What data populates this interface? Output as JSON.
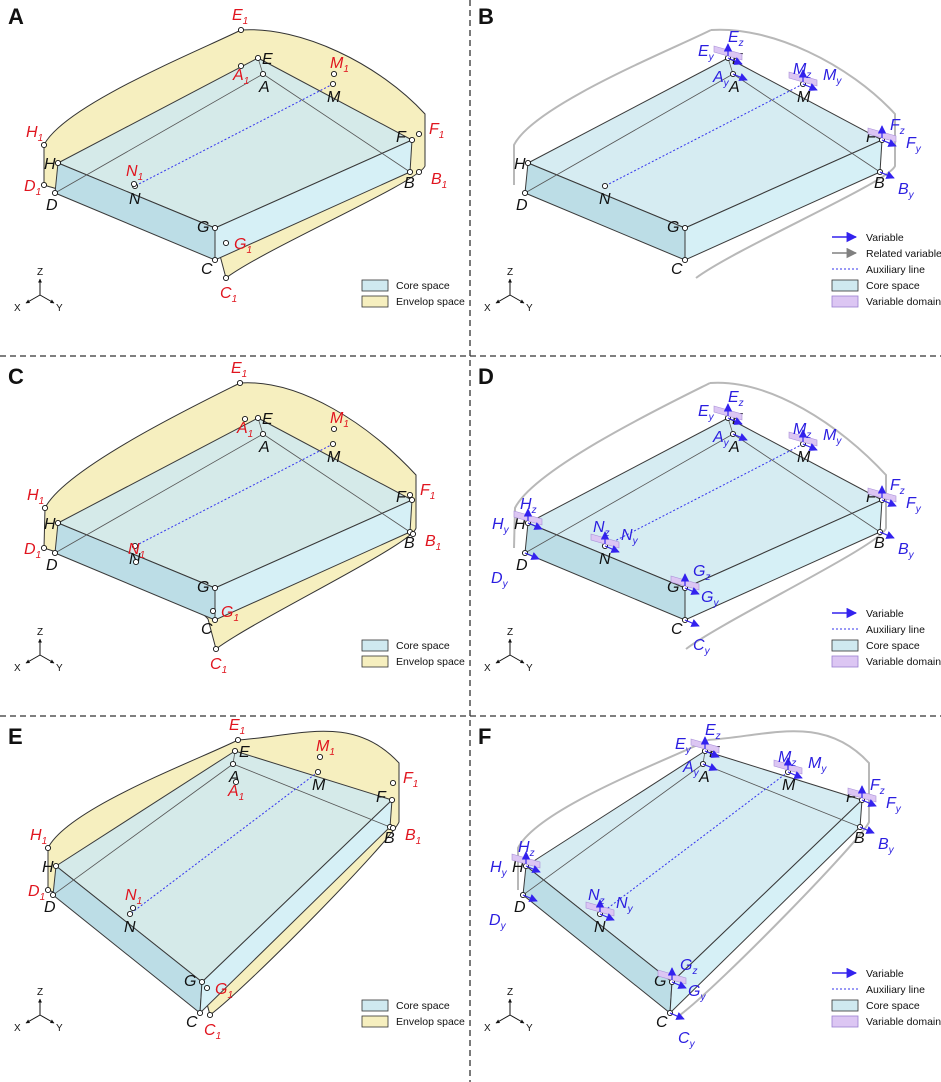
{
  "colors": {
    "core_fill": "#cfe9f0",
    "core_stroke": "#3a3a3a",
    "envelop_fill": "#f6efbf",
    "variable_arrow": "#3322ee",
    "related_variable_arrow": "#808080",
    "auxiliary_line": "#3333ee",
    "variable_domain": "#dcc6f3",
    "label_red": "#e0141e",
    "label_black": "#111111",
    "label_blue": "#2a1de0"
  },
  "panels": [
    {
      "letter": "A",
      "kind": "envelop",
      "legend": [
        {
          "type": "core",
          "label": "Core space"
        },
        {
          "type": "envelop",
          "label": "Envelop space"
        }
      ],
      "black_points": [
        "A",
        "B",
        "C",
        "D",
        "E",
        "F",
        "G",
        "H",
        "M",
        "N"
      ],
      "red_points": [
        {
          "main": "E",
          "sub": "1",
          "key": "E"
        },
        {
          "main": "A",
          "sub": "1",
          "key": "A"
        },
        {
          "main": "M",
          "sub": "1",
          "key": "M"
        },
        {
          "main": "F",
          "sub": "1",
          "key": "F"
        },
        {
          "main": "B",
          "sub": "1",
          "key": "B"
        },
        {
          "main": "H",
          "sub": "1",
          "key": "H"
        },
        {
          "main": "D",
          "sub": "1",
          "key": "D"
        },
        {
          "main": "N",
          "sub": "1",
          "key": "N"
        },
        {
          "main": "G",
          "sub": "1",
          "key": "G"
        },
        {
          "main": "C",
          "sub": "1",
          "key": "C"
        }
      ]
    },
    {
      "letter": "B",
      "kind": "variables",
      "legend": [
        {
          "type": "arrow",
          "label": "Variable"
        },
        {
          "type": "grey-arrow",
          "label": "Related variable"
        },
        {
          "type": "dots",
          "label": "Auxiliary line"
        },
        {
          "type": "core",
          "label": "Core space"
        },
        {
          "type": "domain",
          "label": "Variable domain"
        }
      ],
      "black_points": [
        "A",
        "B",
        "C",
        "D",
        "E",
        "F",
        "G",
        "H",
        "M",
        "N"
      ],
      "blue_points": [
        {
          "main": "E",
          "sub": "y",
          "key": "Ey"
        },
        {
          "main": "E",
          "sub": "z",
          "key": "Ez"
        },
        {
          "main": "A",
          "sub": "y",
          "key": "Ay"
        },
        {
          "main": "M",
          "sub": "z",
          "key": "Mz"
        },
        {
          "main": "M",
          "sub": "y",
          "key": "My"
        },
        {
          "main": "F",
          "sub": "z",
          "key": "Fz"
        },
        {
          "main": "F",
          "sub": "y",
          "key": "Fy"
        },
        {
          "main": "B",
          "sub": "y",
          "key": "By"
        }
      ]
    },
    {
      "letter": "C",
      "kind": "envelop",
      "legend": [
        {
          "type": "core",
          "label": "Core space"
        },
        {
          "type": "envelop",
          "label": "Envelop space"
        }
      ],
      "black_points": [
        "A",
        "B",
        "C",
        "D",
        "E",
        "F",
        "G",
        "H",
        "M",
        "N"
      ],
      "red_points": [
        {
          "main": "E",
          "sub": "1",
          "key": "E"
        },
        {
          "main": "A",
          "sub": "1",
          "key": "A"
        },
        {
          "main": "M",
          "sub": "1",
          "key": "M"
        },
        {
          "main": "F",
          "sub": "1",
          "key": "F"
        },
        {
          "main": "B",
          "sub": "1",
          "key": "B"
        },
        {
          "main": "H",
          "sub": "1",
          "key": "H"
        },
        {
          "main": "D",
          "sub": "1",
          "key": "D"
        },
        {
          "main": "N",
          "sub": "1",
          "key": "N"
        },
        {
          "main": "G",
          "sub": "1",
          "key": "G"
        },
        {
          "main": "C",
          "sub": "1",
          "key": "C"
        }
      ]
    },
    {
      "letter": "D",
      "kind": "variables",
      "legend": [
        {
          "type": "arrow",
          "label": "Variable"
        },
        {
          "type": "dots",
          "label": "Auxiliary line"
        },
        {
          "type": "core",
          "label": "Core space"
        },
        {
          "type": "domain",
          "label": "Variable domain"
        }
      ],
      "black_points": [
        "A",
        "B",
        "C",
        "D",
        "E",
        "F",
        "G",
        "H",
        "M",
        "N"
      ],
      "blue_points": [
        {
          "main": "E",
          "sub": "y",
          "key": "Ey"
        },
        {
          "main": "E",
          "sub": "z",
          "key": "Ez"
        },
        {
          "main": "A",
          "sub": "y",
          "key": "Ay"
        },
        {
          "main": "M",
          "sub": "z",
          "key": "Mz"
        },
        {
          "main": "M",
          "sub": "y",
          "key": "My"
        },
        {
          "main": "F",
          "sub": "z",
          "key": "Fz"
        },
        {
          "main": "F",
          "sub": "y",
          "key": "Fy"
        },
        {
          "main": "B",
          "sub": "y",
          "key": "By"
        },
        {
          "main": "H",
          "sub": "y",
          "key": "Hy"
        },
        {
          "main": "H",
          "sub": "z",
          "key": "Hz"
        },
        {
          "main": "D",
          "sub": "y",
          "key": "Dy"
        },
        {
          "main": "N",
          "sub": "z",
          "key": "Nz"
        },
        {
          "main": "N",
          "sub": "y",
          "key": "Ny"
        },
        {
          "main": "G",
          "sub": "z",
          "key": "Gz"
        },
        {
          "main": "G",
          "sub": "y",
          "key": "Gy"
        },
        {
          "main": "C",
          "sub": "y",
          "key": "Cy"
        }
      ]
    },
    {
      "letter": "E",
      "kind": "envelop",
      "legend": [
        {
          "type": "core",
          "label": "Core space"
        },
        {
          "type": "envelop",
          "label": "Envelop space"
        }
      ],
      "black_points": [
        "A",
        "B",
        "C",
        "D",
        "E",
        "F",
        "G",
        "H",
        "M",
        "N"
      ],
      "red_points": [
        {
          "main": "E",
          "sub": "1",
          "key": "E"
        },
        {
          "main": "A",
          "sub": "1",
          "key": "A"
        },
        {
          "main": "M",
          "sub": "1",
          "key": "M"
        },
        {
          "main": "F",
          "sub": "1",
          "key": "F"
        },
        {
          "main": "B",
          "sub": "1",
          "key": "B"
        },
        {
          "main": "H",
          "sub": "1",
          "key": "H"
        },
        {
          "main": "D",
          "sub": "1",
          "key": "D"
        },
        {
          "main": "N",
          "sub": "1",
          "key": "N"
        },
        {
          "main": "G",
          "sub": "1",
          "key": "G"
        },
        {
          "main": "C",
          "sub": "1",
          "key": "C"
        }
      ]
    },
    {
      "letter": "F",
      "kind": "variables",
      "legend": [
        {
          "type": "arrow",
          "label": "Variable"
        },
        {
          "type": "dots",
          "label": "Auxiliary line"
        },
        {
          "type": "core",
          "label": "Core space"
        },
        {
          "type": "domain",
          "label": "Variable domain"
        }
      ],
      "black_points": [
        "A",
        "B",
        "C",
        "D",
        "E",
        "F",
        "G",
        "H",
        "M",
        "N"
      ],
      "blue_points": [
        {
          "main": "E",
          "sub": "y",
          "key": "Ey"
        },
        {
          "main": "E",
          "sub": "z",
          "key": "Ez"
        },
        {
          "main": "A",
          "sub": "y",
          "key": "Ay"
        },
        {
          "main": "M",
          "sub": "y",
          "key": "My"
        },
        {
          "main": "M",
          "sub": "z",
          "key": "Mz"
        },
        {
          "main": "F",
          "sub": "z",
          "key": "Fz"
        },
        {
          "main": "F",
          "sub": "y",
          "key": "Fy"
        },
        {
          "main": "B",
          "sub": "y",
          "key": "By"
        },
        {
          "main": "H",
          "sub": "y",
          "key": "Hy"
        },
        {
          "main": "H",
          "sub": "z",
          "key": "Hz"
        },
        {
          "main": "D",
          "sub": "y",
          "key": "Dy"
        },
        {
          "main": "N",
          "sub": "z",
          "key": "Nz"
        },
        {
          "main": "N",
          "sub": "y",
          "key": "Ny"
        },
        {
          "main": "G",
          "sub": "z",
          "key": "Gz"
        },
        {
          "main": "G",
          "sub": "y",
          "key": "Gy"
        },
        {
          "main": "C",
          "sub": "y",
          "key": "Cy"
        }
      ]
    }
  ],
  "axes": {
    "z": "Z",
    "x": "X",
    "y": "Y"
  }
}
